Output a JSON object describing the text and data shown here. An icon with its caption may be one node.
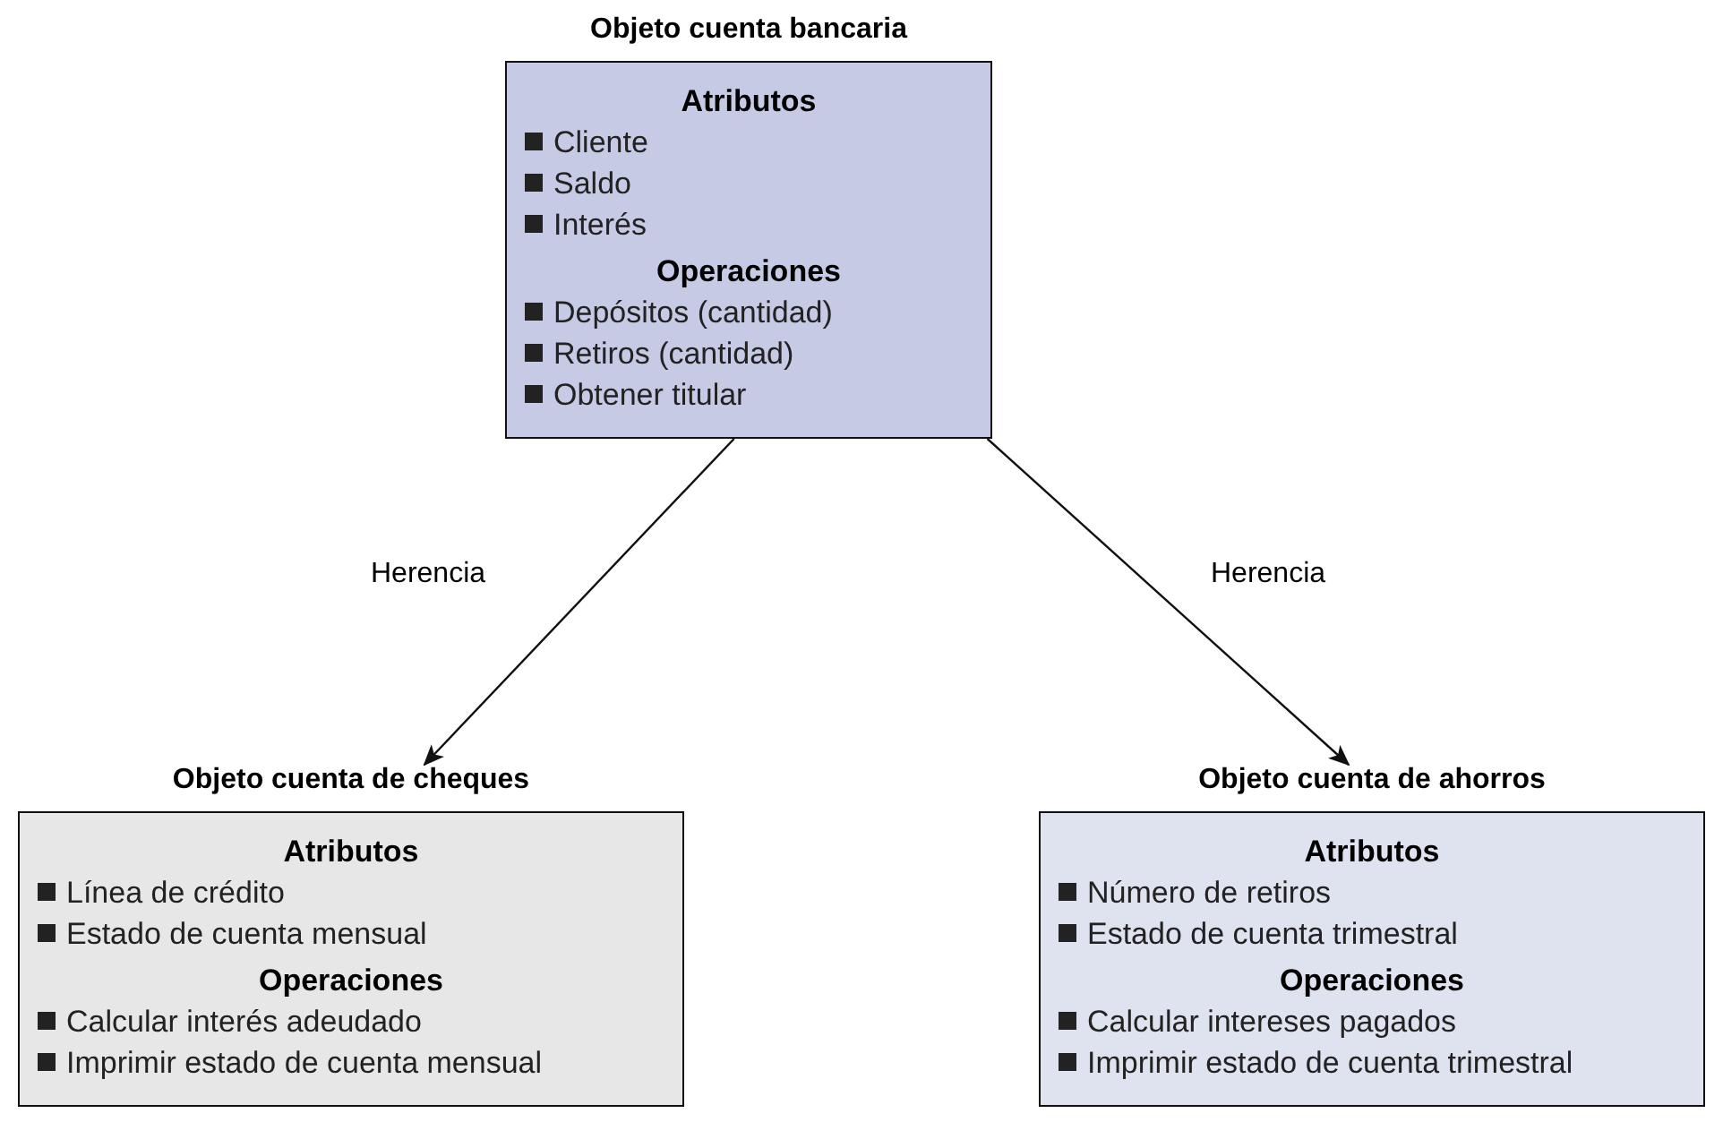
{
  "diagram": {
    "nodes": [
      {
        "text": [
          "Objeto cuenta bancaria",
          "Atributos",
          "Cliente",
          "Saldo",
          "Interés",
          "Operaciones",
          "Depósitos (cantidad)",
          "Retiros (cantidad)",
          "Obtener titular"
        ]
      },
      {
        "text": [
          "Objeto cuenta de cheques",
          "Atributos",
          "Línea de crédito",
          "Estado de cuenta mensual",
          "Operaciones",
          "Calcular interés adeudado",
          "Imprimir estado de cuenta mensual"
        ]
      },
      {
        "text": [
          "Objeto cuenta de ahorros",
          "Atributos",
          "Número de retiros",
          "Estado de cuenta trimestral",
          "Operaciones",
          "Calcular intereses pagados",
          "Imprimir estado de cuenta trimestral"
        ]
      }
    ],
    "edges": [
      {
        "from": 0,
        "to": 1,
        "arrow": "to",
        "label": "Herencia"
      },
      {
        "from": 0,
        "to": 2,
        "arrow": "to",
        "label": "Herencia"
      }
    ]
  }
}
